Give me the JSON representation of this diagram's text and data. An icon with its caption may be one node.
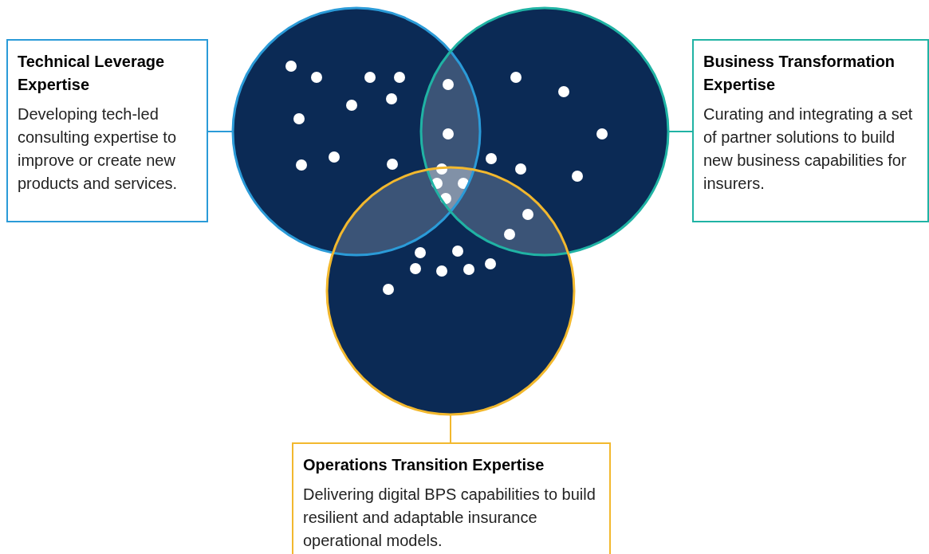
{
  "diagram": {
    "nodes": [
      {
        "text": [
          "Technical Leverage Expertise",
          "Developing tech-led consulting expertise to improve or create new products and services."
        ]
      },
      {
        "text": [
          "Business Transformation Expertise",
          "Curating and integrating a set of partner solutions to build new business capabilities for insurers."
        ]
      },
      {
        "text": [
          "Operations Transition Expertise",
          "Delivering digital BPS capabilities to build resilient and adaptable insurance operational models."
        ]
      },
      {
        "text": [],
        "shape": "circle"
      },
      {
        "text": [],
        "shape": "circle"
      },
      {
        "text": [],
        "shape": "circle"
      }
    ],
    "edges": [
      {
        "from": 0,
        "to": 3,
        "arrow": "none",
        "color": "#2b9bd8"
      },
      {
        "from": 1,
        "to": 4,
        "arrow": "none",
        "color": "#20b3a4"
      },
      {
        "from": 2,
        "to": 5,
        "arrow": "none",
        "color": "#f2b82e"
      }
    ]
  }
}
